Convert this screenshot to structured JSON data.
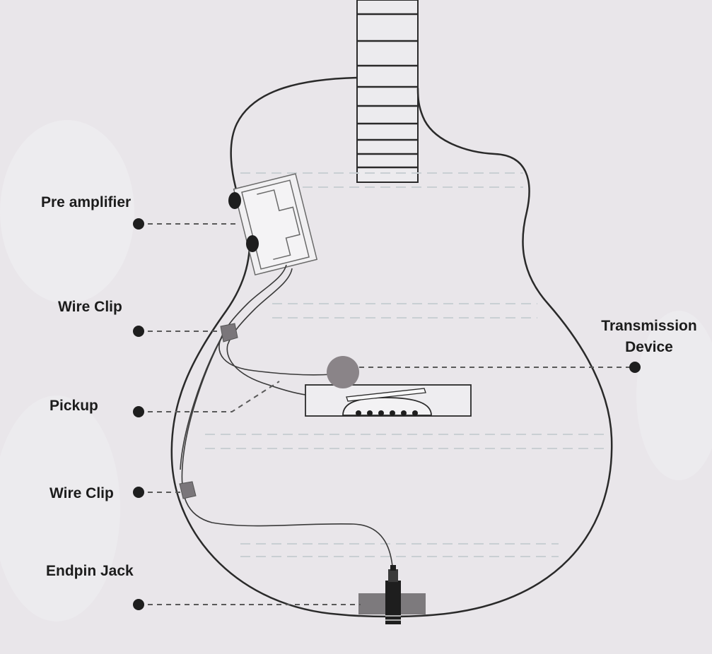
{
  "labels": {
    "pre_amplifier": "Pre amplifier",
    "wire_clip_top": "Wire Clip",
    "pickup": "Pickup",
    "wire_clip_bottom": "Wire Clip",
    "endpin_jack": "Endpin Jack",
    "transmission_line1": "Transmission",
    "transmission_line2": "Device"
  },
  "colors": {
    "background": "#e9e6ea",
    "outline": "#2a2a2a",
    "callout_dot": "#1e1e1e",
    "transmission_device": "#8a8488",
    "clip": "#7a767a"
  }
}
